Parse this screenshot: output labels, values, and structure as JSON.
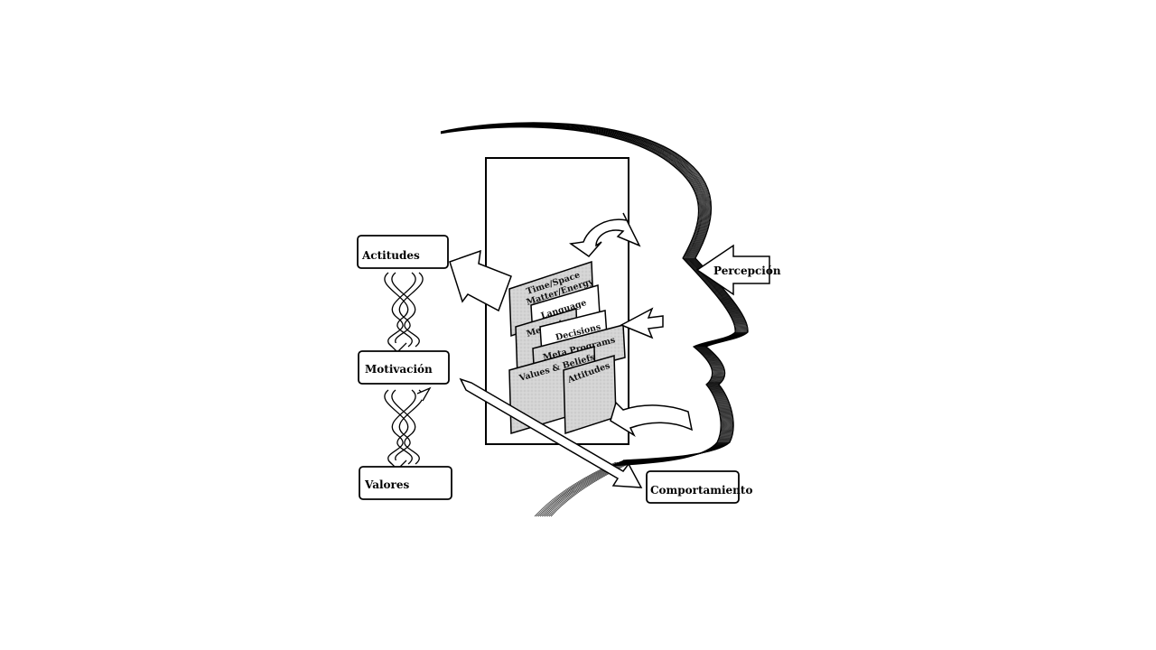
{
  "labels": {
    "actitudes": "Actitudes",
    "motivacion": "Motivación",
    "valores": "Valores",
    "percepcion": "Percepción",
    "comportamiento": "Comportamiento"
  },
  "filters": {
    "time_space_line1": "Time/Space",
    "time_space_line2": "Matter/Energy",
    "language": "Language",
    "memories": "Memories",
    "decisions": "Decisions",
    "meta_programs": "Meta Programs",
    "values_beliefs": "Values & Beliefs",
    "attitudes": "Attitudes"
  },
  "colors": {
    "ink": "#000000",
    "card_fill": "#d2d2d2",
    "paper": "#ffffff"
  }
}
